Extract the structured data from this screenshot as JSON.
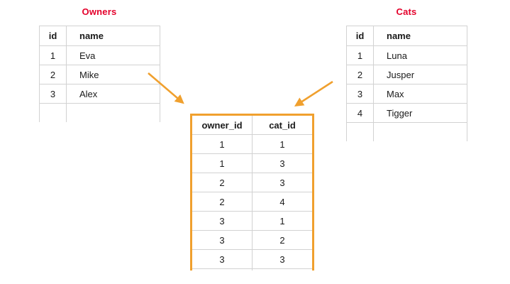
{
  "diagram": {
    "title_color": "#e4002b",
    "accent_color": "#f0a02e",
    "grid_color": "#d2d2d2"
  },
  "owners": {
    "title": "Owners",
    "columns": [
      "id",
      "name"
    ],
    "rows": [
      [
        "1",
        "Eva"
      ],
      [
        "2",
        "Mike"
      ],
      [
        "3",
        "Alex"
      ]
    ],
    "blank_row": [
      "",
      ""
    ]
  },
  "cats": {
    "title": "Cats",
    "columns": [
      "id",
      "name"
    ],
    "rows": [
      [
        "1",
        "Luna"
      ],
      [
        "2",
        "Jusper"
      ],
      [
        "3",
        "Max"
      ],
      [
        "4",
        "Tigger"
      ]
    ],
    "blank_row": [
      "",
      ""
    ]
  },
  "join": {
    "columns": [
      "owner_id",
      "cat_id"
    ],
    "rows": [
      [
        "1",
        "1"
      ],
      [
        "1",
        "3"
      ],
      [
        "2",
        "3"
      ],
      [
        "2",
        "4"
      ],
      [
        "3",
        "1"
      ],
      [
        "3",
        "2"
      ],
      [
        "3",
        "3"
      ]
    ],
    "blank_row": [
      "",
      ""
    ]
  },
  "arrows": [
    {
      "name": "owners-to-join",
      "color": "#f0a02e"
    },
    {
      "name": "cats-to-join",
      "color": "#f0a02e"
    }
  ]
}
